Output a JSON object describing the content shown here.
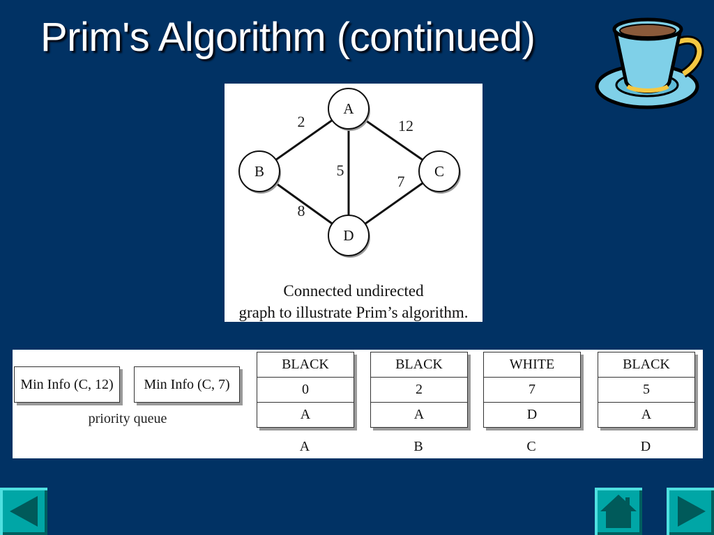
{
  "slide": {
    "title": "Prim's Algorithm (continued)"
  },
  "graph": {
    "nodes": [
      "A",
      "B",
      "C",
      "D"
    ],
    "edges": [
      {
        "from": "A",
        "to": "B",
        "weight": "2"
      },
      {
        "from": "A",
        "to": "C",
        "weight": "12"
      },
      {
        "from": "A",
        "to": "D",
        "weight": "5"
      },
      {
        "from": "C",
        "to": "D",
        "weight": "7"
      },
      {
        "from": "B",
        "to": "D",
        "weight": "8"
      }
    ],
    "caption_line1": "Connected undirected",
    "caption_line2": "graph to illustrate Prim’s algorithm."
  },
  "priority_queue": {
    "entries": [
      "Min Info (C, 12)",
      "Min Info (C, 7)"
    ],
    "label": "priority queue"
  },
  "vertices": [
    {
      "name": "A",
      "color": "BLACK",
      "dist": "0",
      "parent": "A"
    },
    {
      "name": "B",
      "color": "BLACK",
      "dist": "2",
      "parent": "A"
    },
    {
      "name": "C",
      "color": "WHITE",
      "dist": "7",
      "parent": "D"
    },
    {
      "name": "D",
      "color": "BLACK",
      "dist": "5",
      "parent": "A"
    }
  ],
  "nav": {
    "prev_icon": "left-triangle-icon",
    "home_icon": "house-icon",
    "next_icon": "right-triangle-icon"
  },
  "colors": {
    "background": "#013264",
    "nav_button": "#00a6a6",
    "nav_glyph": "#005a5a"
  }
}
